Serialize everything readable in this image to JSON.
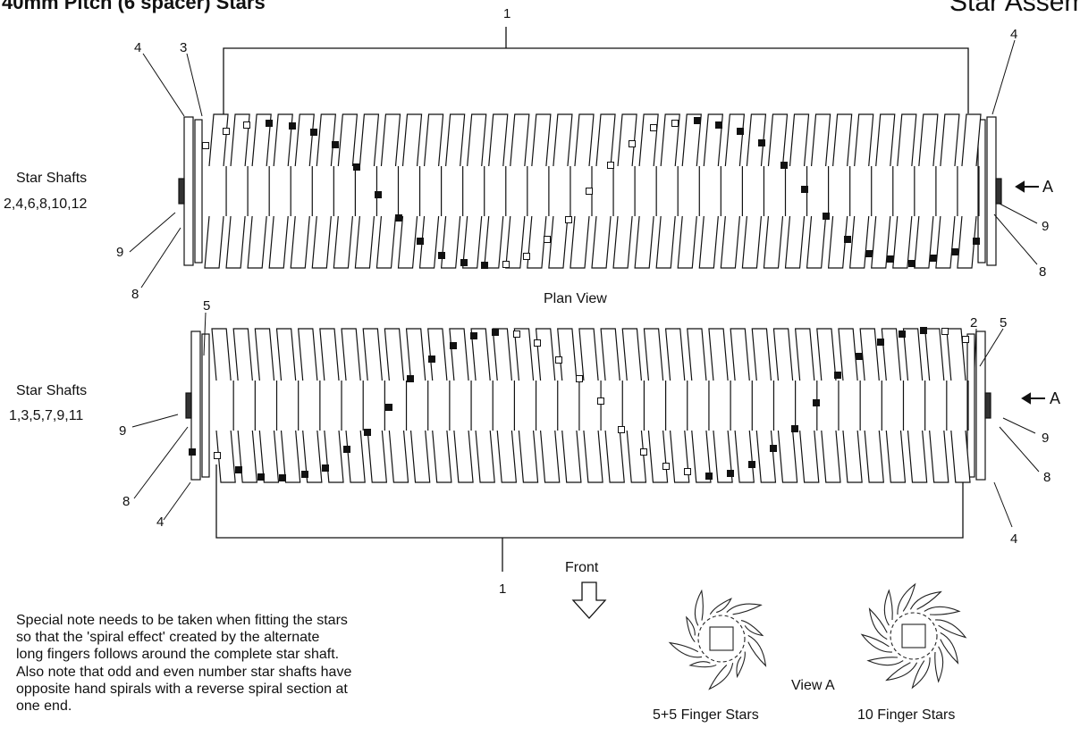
{
  "header": {
    "left_title": "40mm Pitch (6 spacer) Stars",
    "right_title": "Star Assembl"
  },
  "labels": {
    "star_shafts_even_line1": "Star Shafts",
    "star_shafts_even_line2": "2,4,6,8,10,12",
    "star_shafts_odd_line1": "Star Shafts",
    "star_shafts_odd_line2": "1,3,5,7,9,11",
    "plan_view": "Plan View",
    "front": "Front",
    "arrow_a_top": "A",
    "arrow_a_bottom": "A",
    "view_a": "View A",
    "star_55": "5+5 Finger Stars",
    "star_10": "10 Finger Stars"
  },
  "part_numbers": {
    "top_bracket": "1",
    "top_left_4": "4",
    "top_left_3": "3",
    "top_right_4": "4",
    "top_left_9": "9",
    "top_left_8": "8",
    "top_right_9": "9",
    "top_right_8": "8",
    "bottom_left_5": "5",
    "bottom_right_2": "2",
    "bottom_right_5": "5",
    "bottom_left_9": "9",
    "bottom_left_8": "8",
    "bottom_right_9": "9",
    "bottom_right_8": "8",
    "bottom_left_4": "4",
    "bottom_right_4": "4",
    "bottom_bracket": "1"
  },
  "note": {
    "text": "Special note needs to be taken when fitting the stars\nso that the 'spiral effect' created by the alternate\nlong fingers follows around the complete star shaft.\nAlso note that odd and even number star shafts have\nopposite hand spirals with a reverse spiral section at\none end."
  }
}
